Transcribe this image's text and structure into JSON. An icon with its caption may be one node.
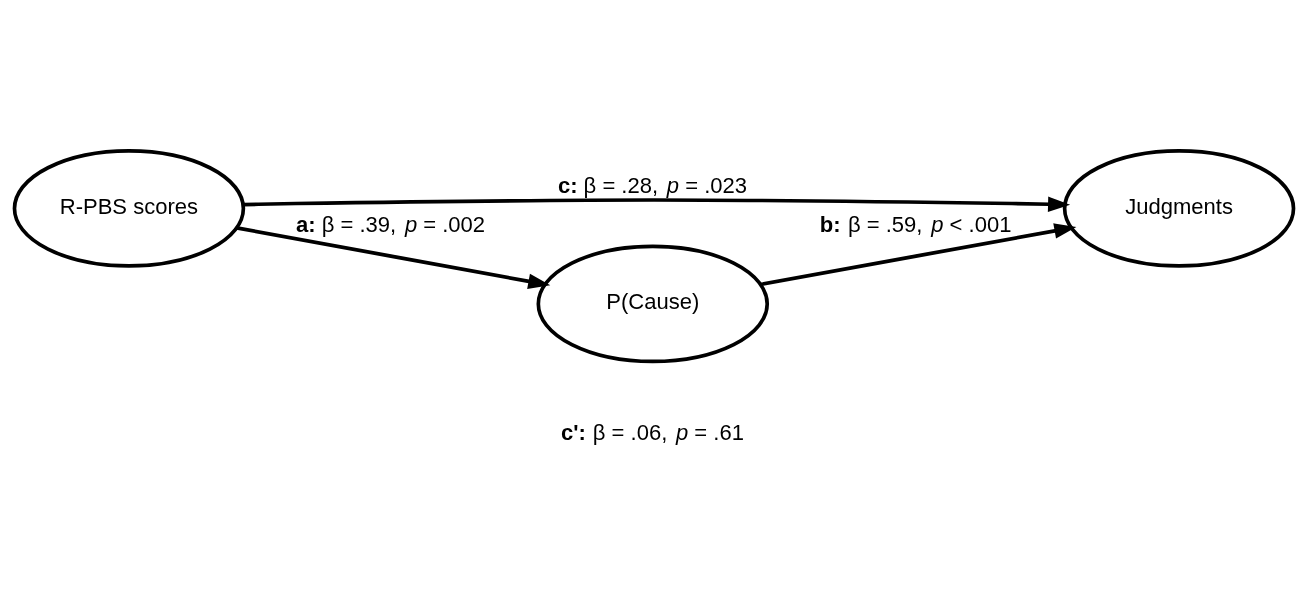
{
  "diagram": {
    "nodes": [
      {
        "text": [
          "R-PBS scores"
        ]
      },
      {
        "text": [
          "Judgments"
        ]
      },
      {
        "text": [
          "P(Cause)"
        ]
      }
    ],
    "edges": [
      {
        "from": 0,
        "to": 1,
        "arrow": "to",
        "label": "**c:** β = .28, *p* = .023"
      },
      {
        "from": 0,
        "to": 2,
        "arrow": "to",
        "label": "**a:** β = .39, *p* = .002"
      },
      {
        "from": 2,
        "to": 1,
        "arrow": "to",
        "label": "**b:** β = .59, *p* < .001"
      }
    ],
    "labels": [
      "**c':** β = .06, *p* = .61"
    ]
  }
}
